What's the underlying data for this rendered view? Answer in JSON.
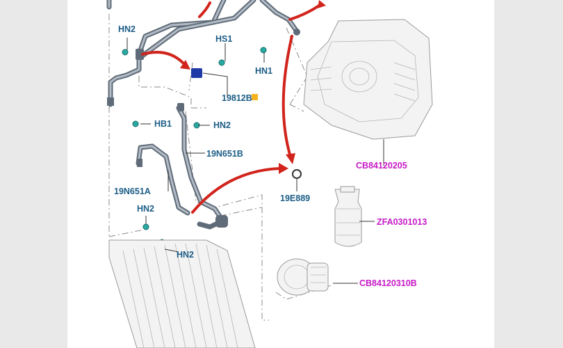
{
  "labels": {
    "hn2_top": "HN2",
    "hs1": "HS1",
    "hn1": "HN1",
    "part_19812b": "19812B",
    "hb1": "HB1",
    "hn2_mid": "HN2",
    "part_19n651b": "19N651B",
    "part_19n651a": "19N651A",
    "part_19e889": "19E889",
    "hn2_low1": "HN2",
    "hn2_low2": "HN2"
  },
  "catalog_labels": {
    "hvac_unit": "CB84120205",
    "refrigerant_bottle": "ZFA0301013",
    "compressor": "CB84120310B"
  },
  "colors": {
    "label_blue": "#1c5d86",
    "catalog_magenta": "#c71ac7",
    "arrow_red": "#d1241c",
    "marker_orange": "#f5b41e",
    "sensor_blue": "#1f3aa6",
    "clip_teal": "#2aa9a3"
  }
}
